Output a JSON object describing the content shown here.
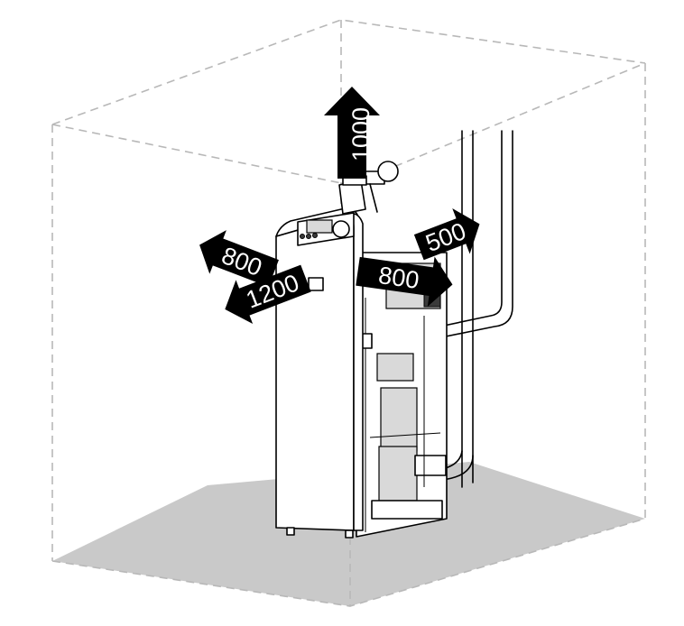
{
  "clearances": {
    "top": "1000",
    "left_side": "800",
    "front": "1200",
    "right_side": "800",
    "back": "500"
  }
}
